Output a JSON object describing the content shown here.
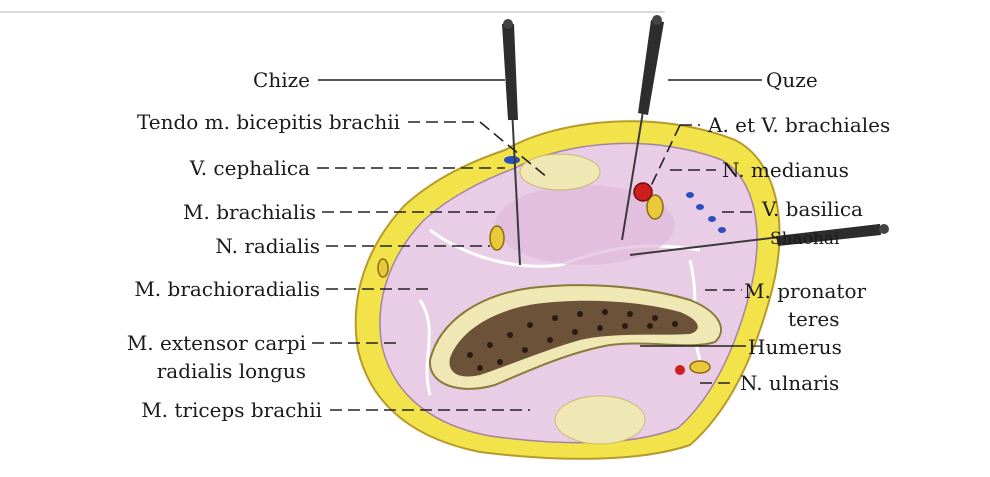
{
  "diagram": {
    "labels": {
      "chize": "Chize",
      "quze": "Quze",
      "tendo": "Tendo m. bicepitis brachii",
      "a_v_brachiales": "A. et V. brachiales",
      "v_cephalica": "V. cephalica",
      "n_medianus": "N. medianus",
      "m_brachialis": "M. brachialis",
      "v_basilica": "V. basilica",
      "shaohai": "Shaohai",
      "n_radialis": "N. radialis",
      "m_brachioradialis": "M. brachioradialis",
      "m_pronator_line1": "M. pronator",
      "m_pronator_line2": "teres",
      "m_ext_line1": "M. extensor carpi",
      "m_ext_line2": "radialis longus",
      "humerus": "Humerus",
      "n_ulnaris": "N. ulnaris",
      "m_triceps": "M. triceps brachii"
    },
    "colors": {
      "fat": "#f3e34a",
      "muscle": "#e9cde6",
      "muscle_dark": "#d9b4d8",
      "bone": "#efe8b5",
      "marrow": "#3a2a20",
      "nerve": "#e8c93a",
      "artery": "#cc2020",
      "vein": "#2a4fbf",
      "needle": "#3a3a3a"
    }
  }
}
